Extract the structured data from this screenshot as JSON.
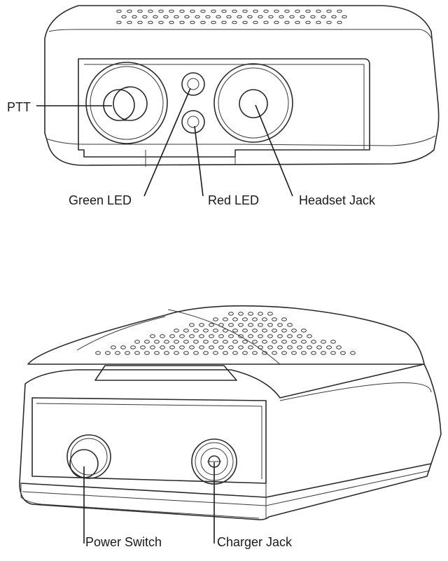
{
  "top_view": {
    "labels": {
      "ptt": "PTT",
      "green_led": "Green LED",
      "red_led": "Red LED",
      "headset_jack": "Headset Jack"
    }
  },
  "bottom_view": {
    "labels": {
      "power_switch": "Power Switch",
      "charger_jack": "Charger Jack"
    }
  },
  "colors": {
    "line": "#2a2a2a",
    "background": "#ffffff",
    "text": "#1a1a1a"
  }
}
